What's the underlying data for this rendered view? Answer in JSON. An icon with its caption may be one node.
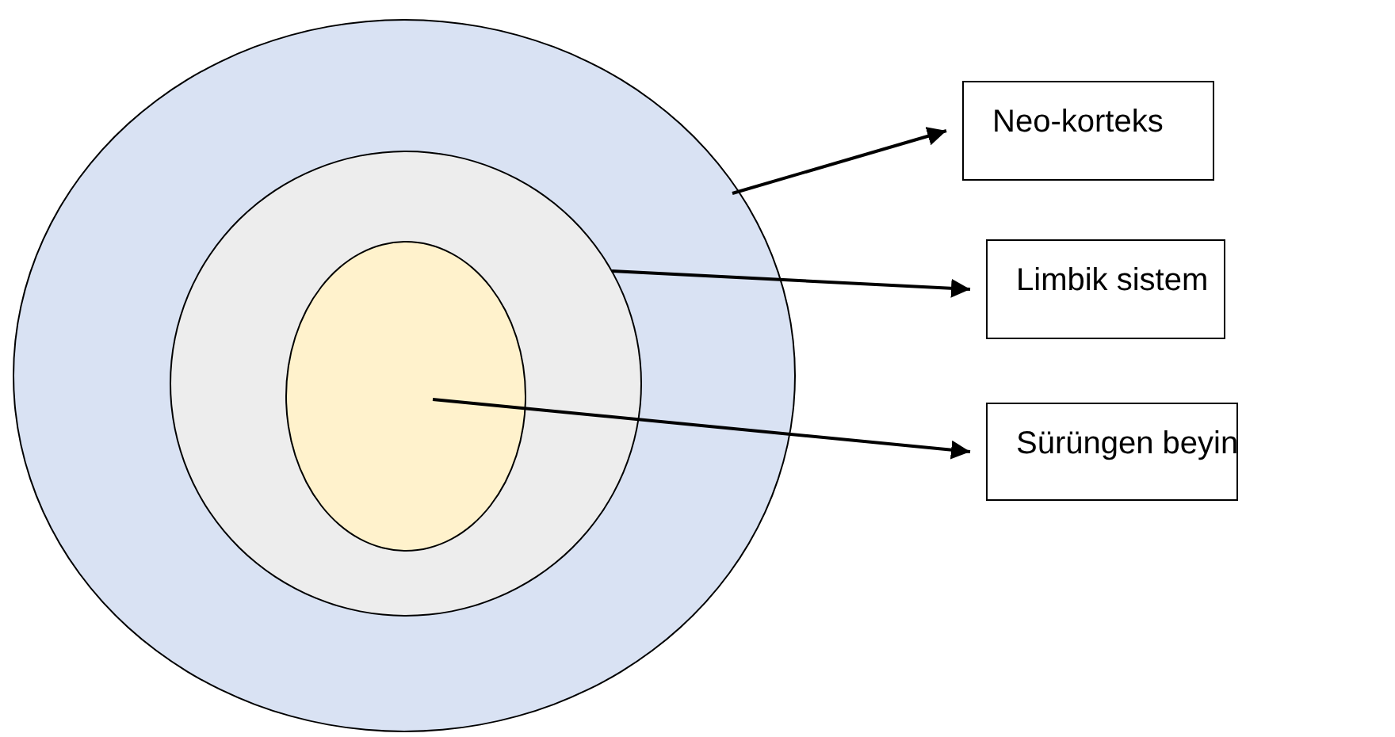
{
  "diagram": {
    "nodes": [
      {
        "text": [],
        "shape": "circle"
      },
      {
        "text": [],
        "shape": "circle",
        "in": 0
      },
      {
        "text": [],
        "shape": "circle",
        "in": 1
      },
      {
        "text": [
          "Neo-korteks"
        ]
      },
      {
        "text": [
          "Limbik sistem"
        ]
      },
      {
        "text": [
          "Sürüngen beyin"
        ]
      }
    ],
    "edges": [
      {
        "from": 0,
        "to": 3,
        "arrow": "to"
      },
      {
        "from": 1,
        "to": 4,
        "arrow": "to"
      },
      {
        "from": 2,
        "to": 5,
        "arrow": "to"
      }
    ]
  }
}
